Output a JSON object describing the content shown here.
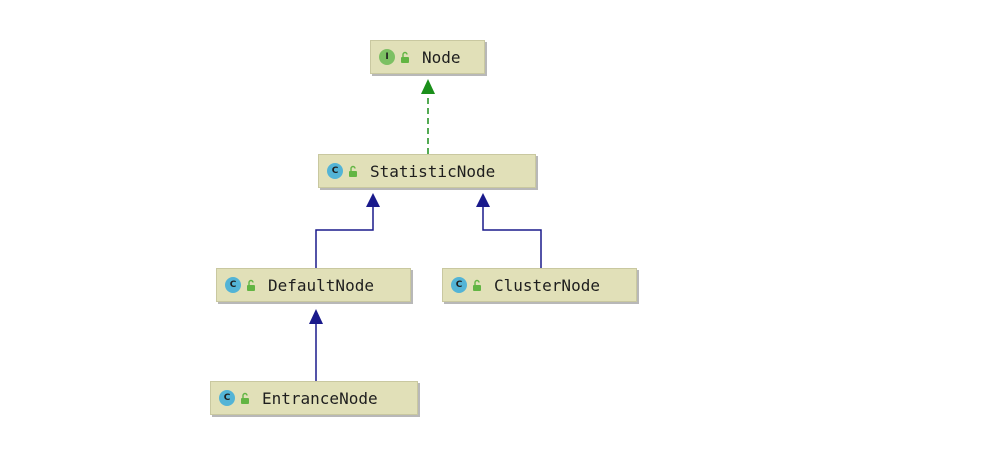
{
  "colors": {
    "node_fill": "#e1e0b8",
    "interface_badge": "#7cc063",
    "class_badge": "#53b4d6",
    "implements_arrow": "#1a8f1a",
    "extends_arrow": "#1a1a8c"
  },
  "nodes": [
    {
      "id": "node",
      "kind": "I",
      "kind_type": "interface",
      "label": "Node",
      "icon": "unlocked-padlock-icon"
    },
    {
      "id": "statistic",
      "kind": "C",
      "kind_type": "class",
      "label": "StatisticNode",
      "icon": "unlocked-padlock-icon"
    },
    {
      "id": "default",
      "kind": "C",
      "kind_type": "class",
      "label": "DefaultNode",
      "icon": "unlocked-padlock-icon"
    },
    {
      "id": "cluster",
      "kind": "C",
      "kind_type": "class",
      "label": "ClusterNode",
      "icon": "unlocked-padlock-icon"
    },
    {
      "id": "entrance",
      "kind": "C",
      "kind_type": "class",
      "label": "EntranceNode",
      "icon": "unlocked-padlock-icon"
    }
  ],
  "edges": [
    {
      "from": "StatisticNode",
      "to": "Node",
      "type": "implements"
    },
    {
      "from": "DefaultNode",
      "to": "StatisticNode",
      "type": "extends"
    },
    {
      "from": "ClusterNode",
      "to": "StatisticNode",
      "type": "extends"
    },
    {
      "from": "EntranceNode",
      "to": "DefaultNode",
      "type": "extends"
    }
  ]
}
